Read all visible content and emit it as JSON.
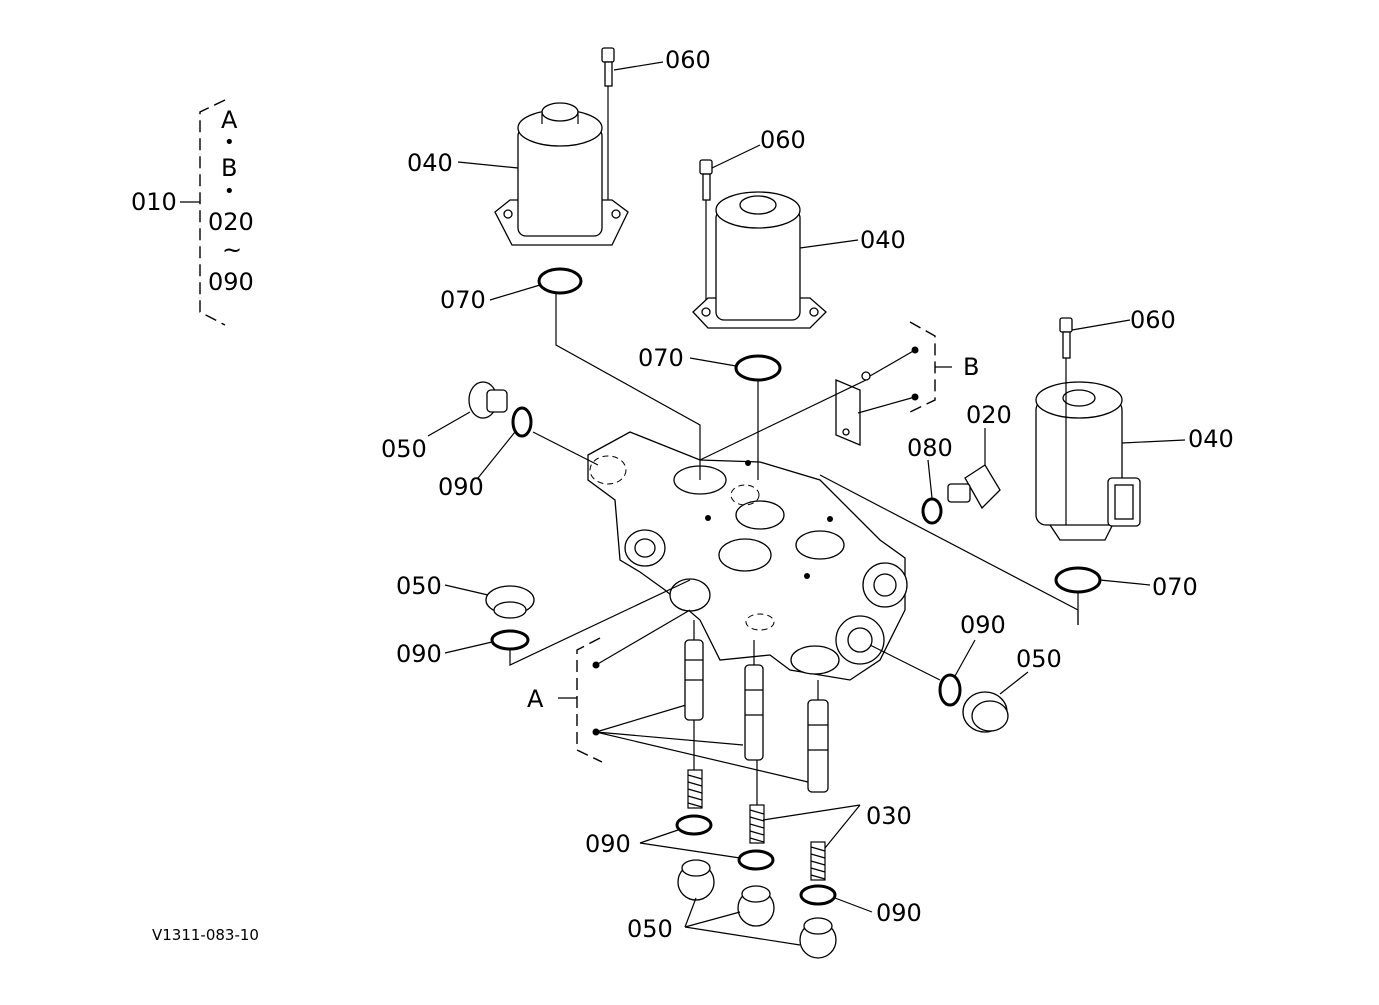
{
  "drawing_code": "V1311-083-10",
  "group_bracket": {
    "assembly": "010",
    "items": [
      "A",
      "•",
      "B",
      "•",
      "020",
      "~",
      "090"
    ]
  },
  "sub_assemblies": {
    "a": "A",
    "b": "B"
  },
  "callouts": {
    "c060_1": "060",
    "c060_2": "060",
    "c060_3": "060",
    "c040_1": "040",
    "c040_2": "040",
    "c040_3": "040",
    "c070_1": "070",
    "c070_2": "070",
    "c070_3": "070",
    "c050_1": "050",
    "c050_2": "050",
    "c050_3": "050",
    "c050_4": "050",
    "c090_1": "090",
    "c090_2": "090",
    "c090_3": "090",
    "c090_4": "090",
    "c090_5": "090",
    "c080": "080",
    "c020": "020",
    "c030": "030"
  }
}
